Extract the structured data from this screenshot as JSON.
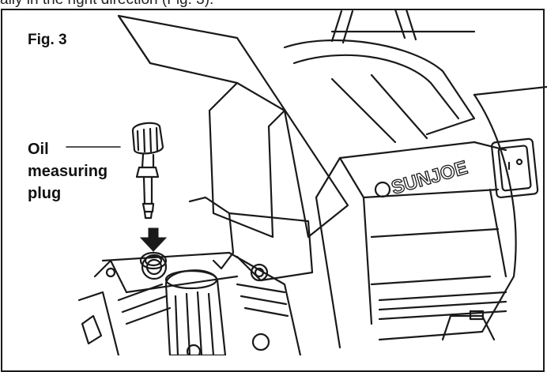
{
  "page": {
    "top_clipped_text": "ally in the right direction (Fig. 3)."
  },
  "figure": {
    "label": "Fig. 3",
    "callout_lines": [
      "Oil",
      "measuring",
      "plug"
    ],
    "brand_text": "SUNJOE"
  }
}
